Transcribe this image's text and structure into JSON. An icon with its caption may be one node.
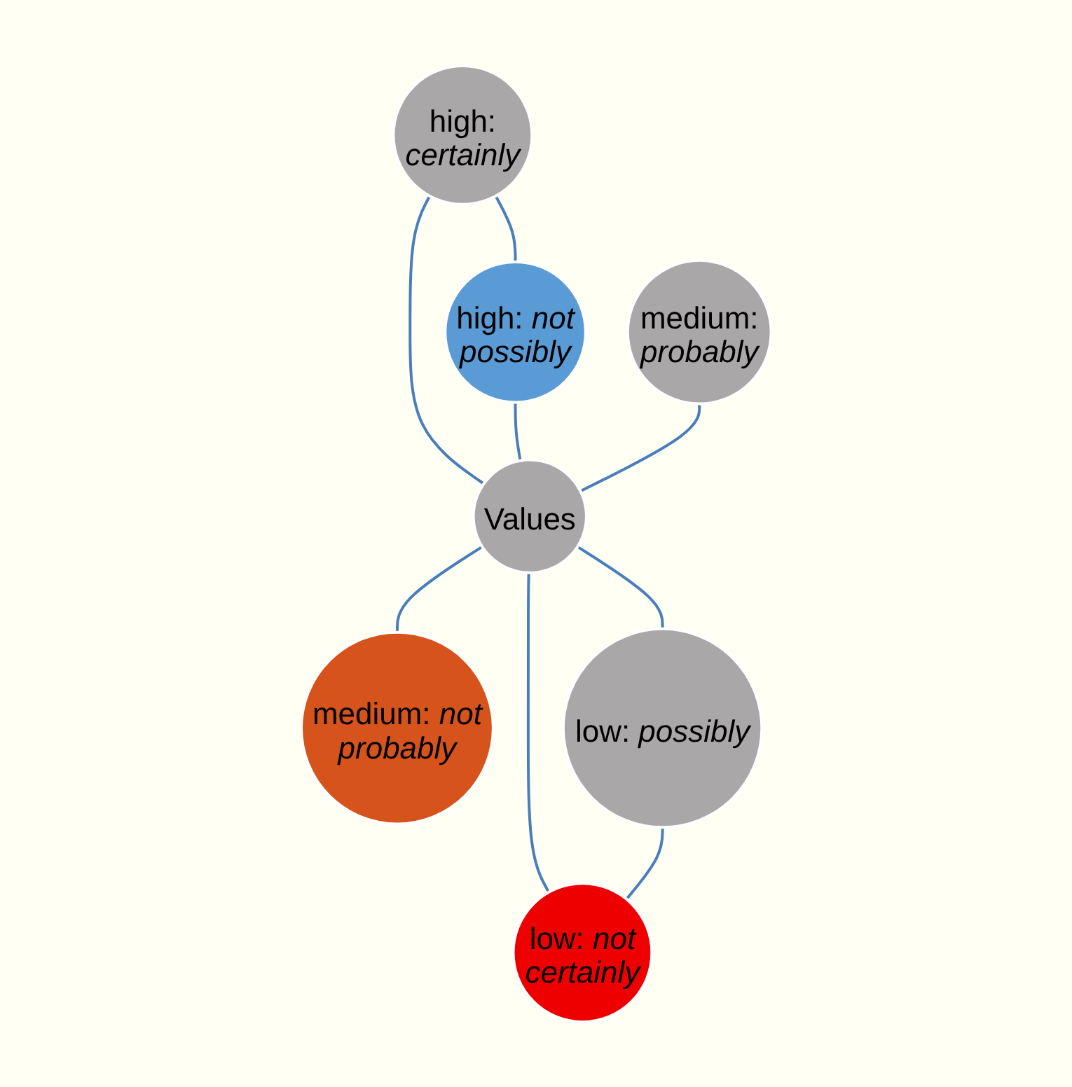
{
  "diagram": {
    "nodes": [
      {
        "text": [
          "high: *certainly*"
        ]
      },
      {
        "text": [
          "high: *not possibly*"
        ]
      },
      {
        "text": [
          "medium: *probably*"
        ]
      },
      {
        "text": [
          "Values"
        ]
      },
      {
        "text": [
          "medium: *not probably*"
        ]
      },
      {
        "text": [
          "low: *possibly*"
        ]
      },
      {
        "text": [
          "low: *not certainly*"
        ]
      }
    ],
    "edges": [
      {
        "from": 0,
        "to": 1,
        "arrow": "none"
      },
      {
        "from": 0,
        "to": 3,
        "arrow": "none"
      },
      {
        "from": 1,
        "to": 3,
        "arrow": "none"
      },
      {
        "from": 2,
        "to": 3,
        "arrow": "none"
      },
      {
        "from": 3,
        "to": 4,
        "arrow": "none"
      },
      {
        "from": 3,
        "to": 5,
        "arrow": "none"
      },
      {
        "from": 3,
        "to": 6,
        "arrow": "none"
      },
      {
        "from": 5,
        "to": 6,
        "arrow": "none"
      }
    ]
  }
}
